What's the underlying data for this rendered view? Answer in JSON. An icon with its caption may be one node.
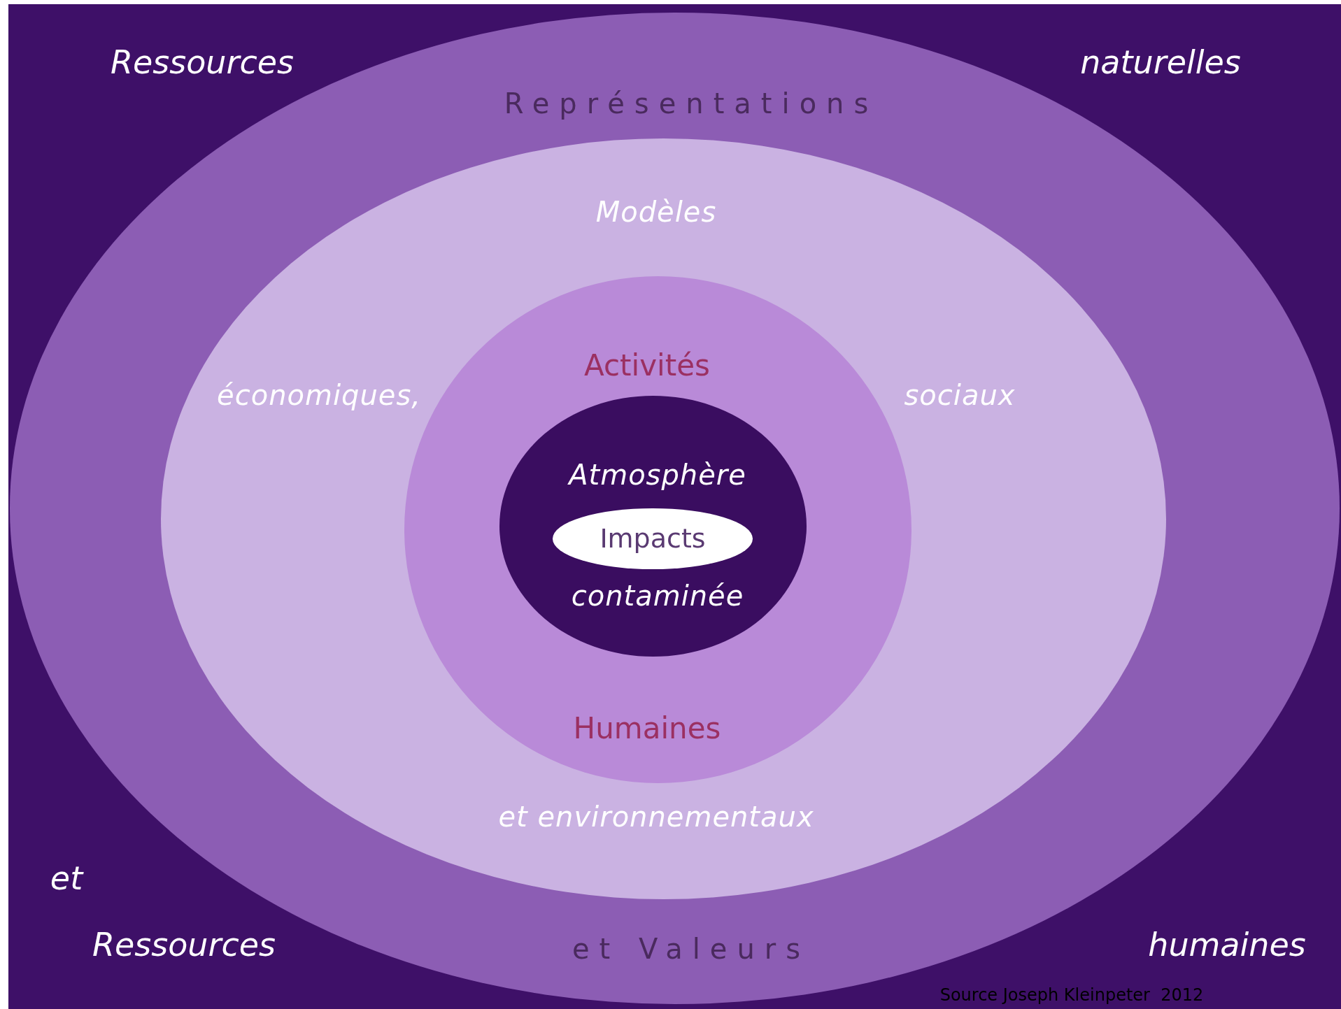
{
  "diagram": {
    "caption": "Source Joseph Kleinpeter  2012",
    "nodes": [
      {
        "text": [
          "Représentations",
          "et Valeurs"
        ]
      },
      {
        "text": [
          "Modèles",
          "économiques,",
          "sociaux",
          "et environnementaux"
        ],
        "in": 0
      },
      {
        "text": [
          "Activités",
          "Humaines"
        ],
        "in": 1
      },
      {
        "text": [
          "Atmosphère",
          "contaminée"
        ],
        "in": 2
      },
      {
        "text": [
          "Impacts"
        ],
        "in": 3
      }
    ],
    "edges": [],
    "labels": [
      "Ressources",
      "naturelles",
      "et",
      "Ressources",
      "humaines"
    ]
  }
}
